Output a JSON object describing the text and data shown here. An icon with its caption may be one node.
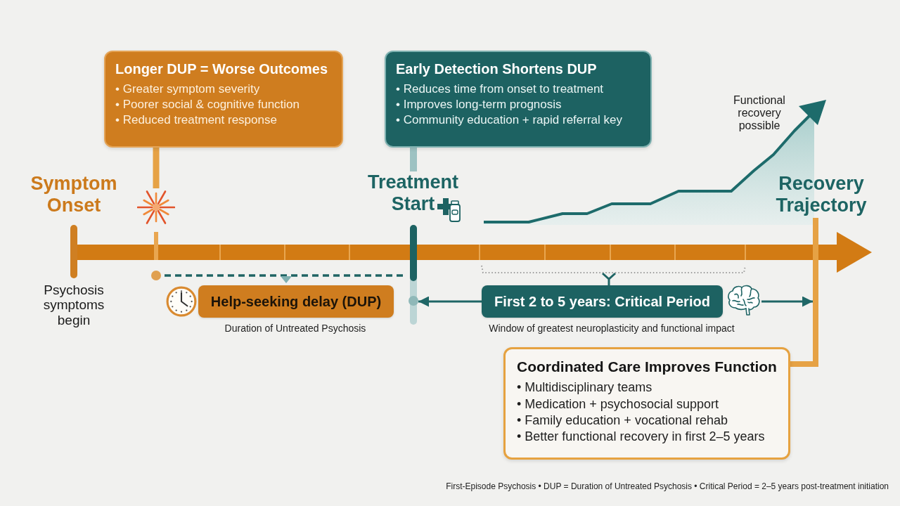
{
  "diagram": {
    "caption": "First-Episode Psychosis • DUP = Duration of Untreated Psychosis • Critical Period = 2–5 years post-treatment initiation",
    "nodes": [
      {
        "text": [
          "Longer DUP = Worse Outcomes",
          "• Greater symptom severity",
          "• Poorer social & cognitive function",
          "• Reduced treatment response"
        ]
      },
      {
        "text": [
          "Early Detection Shortens DUP",
          "• Reduces time from onset to treatment",
          "• Improves long-term prognosis",
          "• Community education + rapid referral key"
        ]
      },
      {
        "text": [],
        "shape": "picture"
      },
      {
        "text": [
          "Treatment Start"
        ]
      },
      {
        "text": [
          "Recovery Trajectory"
        ]
      },
      {
        "text": [
          "Help-seeking delay (DUP)"
        ],
        "beside": [
          "Duration of Untreated Psychosis"
        ]
      },
      {
        "text": [],
        "shape": "bar"
      },
      {
        "text": [
          "First 2 to 5 years: Critical Period"
        ],
        "beside": [
          "Window of greatest neuroplasticity and functional impact"
        ]
      },
      {
        "text": [],
        "shape": "picture"
      },
      {
        "text": [
          "Coordinated Care Improves Function",
          "• Multidisciplinary teams",
          "• Medication + psychosocial support",
          "• Family education + vocational rehab",
          "• Better functional recovery in first 2–5 years"
        ]
      }
    ],
    "edges": [
      {
        "from": 0,
        "to": 2,
        "arrow": "none",
        "color": "#e6a245"
      },
      {
        "from": 1,
        "to": 3,
        "arrow": "none",
        "color": "#9dc2c2"
      },
      {
        "from": 7,
        "to": 6,
        "arrow": "to",
        "color": "#1f6666"
      },
      {
        "from": 8,
        "to": null,
        "arrow": "to",
        "color": "#1f6666"
      },
      {
        "from": 4,
        "to": 9,
        "arrow": "none",
        "color": "#e6a245"
      }
    ],
    "labels": [
      "Functional recovery possible",
      "Symptom Onset",
      "Psychosis symptoms begin"
    ]
  }
}
